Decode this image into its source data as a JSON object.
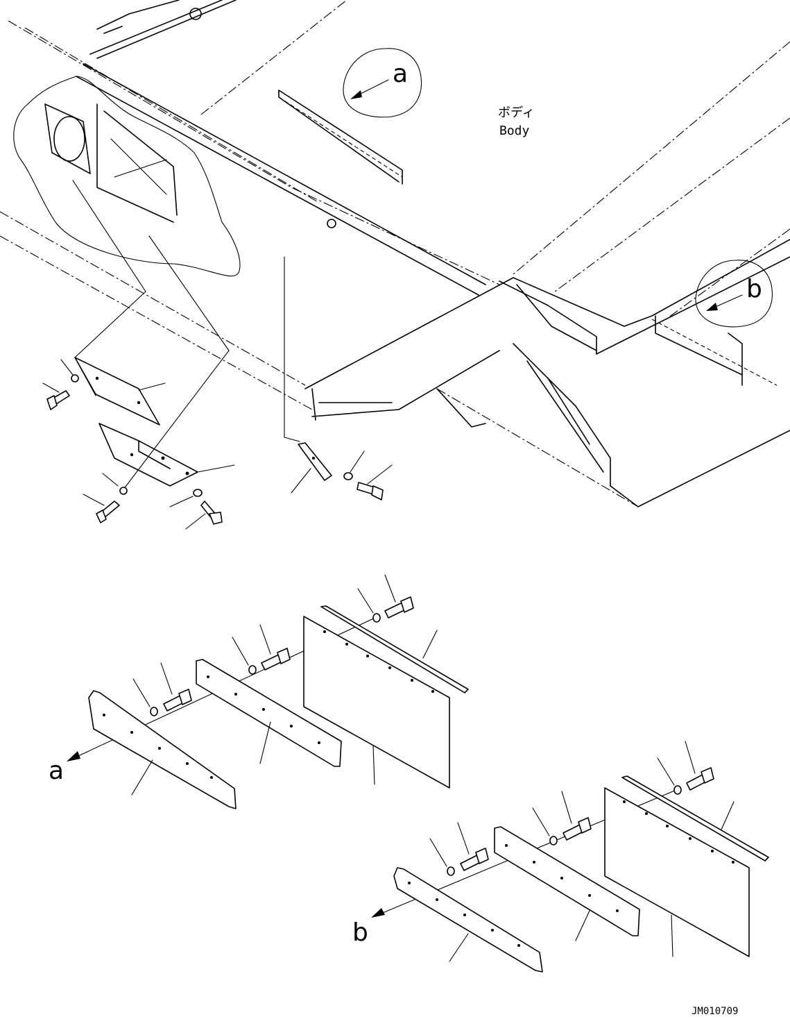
{
  "labels": {
    "callout_a": "a",
    "callout_b": "b",
    "detail_a": "a",
    "detail_b": "b",
    "body_jp": "ボディ",
    "body_en": "Body",
    "drawing_id": "JM010709"
  }
}
